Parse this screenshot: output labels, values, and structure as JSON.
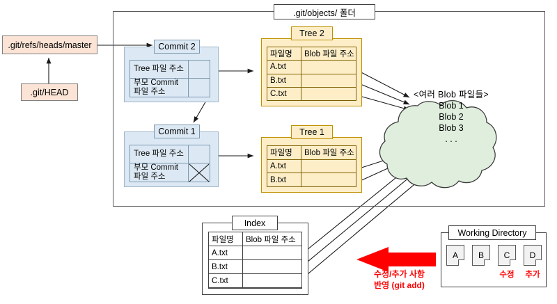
{
  "diagram": {
    "title": "Git object model diagram",
    "objects_frame": {
      "label": ".git/objects/ 폴더"
    },
    "refs": {
      "master": ".git/refs/heads/master",
      "head": ".git/HEAD"
    },
    "commits": [
      {
        "title": "Commit 2",
        "rows": [
          {
            "label": "Tree 파일 주소",
            "value": ""
          },
          {
            "label": "부모 Commit\n파일 주소",
            "value": ""
          }
        ],
        "parent_crossed_out": false
      },
      {
        "title": "Commit 1",
        "rows": [
          {
            "label": "Tree 파일 주소",
            "value": ""
          },
          {
            "label": "부모 Commit\n파일 주소",
            "value": ""
          }
        ],
        "parent_crossed_out": true
      }
    ],
    "trees": [
      {
        "title": "Tree 2",
        "columns": [
          "파일명",
          "Blob 파일 주소"
        ],
        "rows": [
          [
            "A.txt",
            ""
          ],
          [
            "B.txt",
            ""
          ],
          [
            "C.txt",
            ""
          ]
        ]
      },
      {
        "title": "Tree 1",
        "columns": [
          "파일명",
          "Blob 파일 주소"
        ],
        "rows": [
          [
            "A.txt",
            ""
          ],
          [
            "B.txt",
            ""
          ]
        ]
      }
    ],
    "index": {
      "title": "Index",
      "columns": [
        "파일명",
        "Blob 파일 주소"
      ],
      "rows": [
        [
          "A.txt",
          ""
        ],
        [
          "B.txt",
          ""
        ],
        [
          "C.txt",
          ""
        ]
      ]
    },
    "blob_cloud": {
      "heading": "<여러 Blob 파일들>",
      "items": [
        "Blob 1",
        "Blob 2",
        "Blob 3",
        ". . ."
      ],
      "fill_color": "#dfeedd",
      "stroke_color": "#3a3a3a"
    },
    "working_directory": {
      "title": "Working Directory",
      "files": [
        "A",
        "B",
        "C",
        "D"
      ],
      "annotations": [
        {
          "for": "C",
          "text": "수정"
        },
        {
          "for": "D",
          "text": "추가"
        }
      ]
    },
    "git_add_arrow": {
      "caption_line1": "수정/추가 사항",
      "caption_line2": "반영 (git add)",
      "color": "#ff0000",
      "direction": "left"
    },
    "colors": {
      "ref_box": "#fbe3d5",
      "commit_box": "#dce9f4",
      "tree_box": "#fdeec8",
      "cloud": "#dfeedd",
      "red": "#ff0000"
    }
  }
}
